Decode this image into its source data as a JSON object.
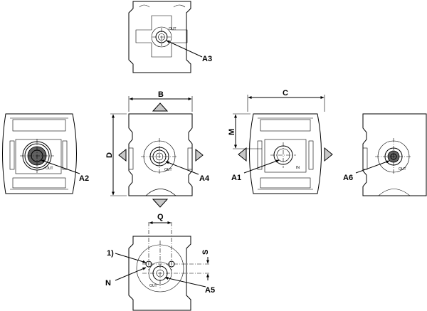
{
  "labels": {
    "a1": "A1",
    "a2": "A2",
    "a3": "A3",
    "a4": "A4",
    "a5": "A5",
    "a6": "A6",
    "b": "B",
    "c": "C",
    "d": "D",
    "m": "M",
    "q": "Q",
    "s": "S",
    "n": "N",
    "note1": "1)"
  },
  "port_marks": {
    "out": "OUT",
    "in": "IN"
  }
}
